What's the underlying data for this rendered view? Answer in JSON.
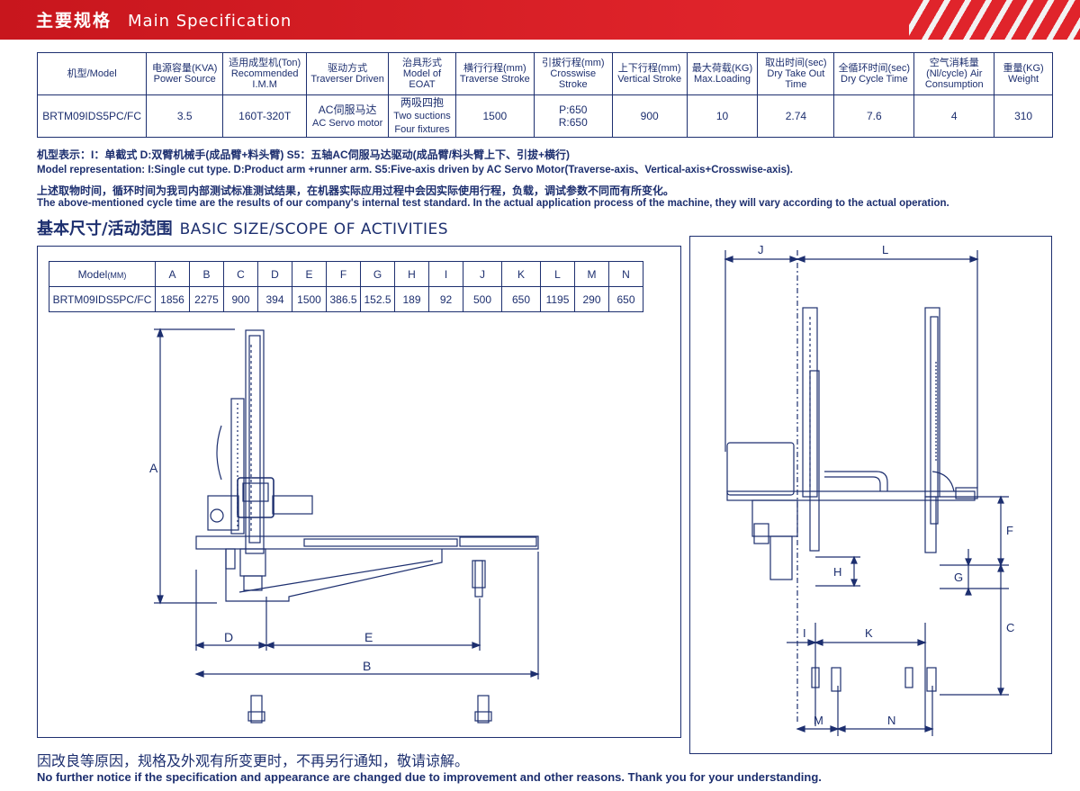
{
  "banner": {
    "title_zh": "主要规格",
    "title_en": "Main Specification"
  },
  "spec_table": {
    "headers": [
      {
        "zh": "机型/Model",
        "en": ""
      },
      {
        "zh": "电源容量(KVA)",
        "en": "Power Source"
      },
      {
        "zh": "适用成型机(Ton)",
        "en": "Recommended I.M.M"
      },
      {
        "zh": "驱动方式",
        "en": "Traverser Driven"
      },
      {
        "zh": "治具形式",
        "en": "Model of EOAT"
      },
      {
        "zh": "横行行程(mm)",
        "en": "Traverse Stroke"
      },
      {
        "zh": "引拔行程(mm)",
        "en": "Crosswise Stroke"
      },
      {
        "zh": "上下行程(mm)",
        "en": "Vertical Stroke"
      },
      {
        "zh": "最大荷载(KG)",
        "en": "Max.Loading"
      },
      {
        "zh": "取出时间(sec)",
        "en": "Dry Take Out Time"
      },
      {
        "zh": "全循环时间(sec)",
        "en": "Dry Cycle Time"
      },
      {
        "zh": "空气消耗量",
        "en": "(Nl/cycle) Air Consumption"
      },
      {
        "zh": "重量(KG)",
        "en": "Weight"
      }
    ],
    "row": [
      {
        "l1": "BRTM09IDS5PC/FC",
        "l2": ""
      },
      {
        "l1": "3.5",
        "l2": ""
      },
      {
        "l1": "160T-320T",
        "l2": ""
      },
      {
        "l1": "AC伺服马达",
        "l2": "AC Servo motor"
      },
      {
        "l1": "两吸四抱",
        "l2": "Two suctions Four fixtures"
      },
      {
        "l1": "1500",
        "l2": ""
      },
      {
        "l1": "P:650",
        "l2": "R:650"
      },
      {
        "l1": "900",
        "l2": ""
      },
      {
        "l1": "10",
        "l2": ""
      },
      {
        "l1": "2.74",
        "l2": ""
      },
      {
        "l1": "7.6",
        "l2": ""
      },
      {
        "l1": "4",
        "l2": ""
      },
      {
        "l1": "310",
        "l2": ""
      }
    ]
  },
  "notes": {
    "model_zh": "机型表示：I：单截式 D:双臂机械手(成品臂+料头臂) S5：五轴AC伺服马达驱动(成品臂/料头臂上下、引拔+横行)",
    "model_en": "Model representation: I:Single cut type. D:Product arm +runner arm. S5:Five-axis driven by AC Servo Motor(Traverse-axis、Vertical-axis+Crosswise-axis).",
    "cycle_zh": "上述取物时间，循环时间为我司内部测试标准测试结果，在机器实际应用过程中会因实际使用行程，负载，调试参数不同而有所变化。",
    "cycle_en": "The above-mentioned cycle time are the results of our company's internal test standard. In the actual application process of the machine, they will vary according to the actual operation."
  },
  "section2": {
    "zh": "基本尺寸/活动范围",
    "en": "BASIC SIZE/SCOPE OF ACTIVITIES"
  },
  "dims_table": {
    "header_label": "Model",
    "header_unit": "(MM)",
    "columns": [
      "A",
      "B",
      "C",
      "D",
      "E",
      "F",
      "G",
      "H",
      "I",
      "J",
      "K",
      "L",
      "M",
      "N"
    ],
    "model": "BRTM09IDS5PC/FC",
    "values": [
      "1856",
      "2275",
      "900",
      "394",
      "1500",
      "386.5",
      "152.5",
      "189",
      "92",
      "500",
      "650",
      "1195",
      "290",
      "650"
    ]
  },
  "drawing_labels": {
    "front": {
      "a": "A",
      "b": "B",
      "d": "D",
      "e": "E"
    },
    "side": {
      "j": "J",
      "l": "L",
      "f": "F",
      "g": "G",
      "h": "H",
      "c": "C",
      "i": "I",
      "k": "K",
      "m": "M",
      "n": "N"
    }
  },
  "footer": {
    "zh": "因改良等原因，规格及外观有所变更时，不再另行通知，敬请谅解。",
    "en": "No further notice if the specification and appearance are changed due to improvement and other reasons. Thank you for your understanding."
  },
  "colors": {
    "primary": "#1d2f6f",
    "banner_red": "#e0242b"
  }
}
